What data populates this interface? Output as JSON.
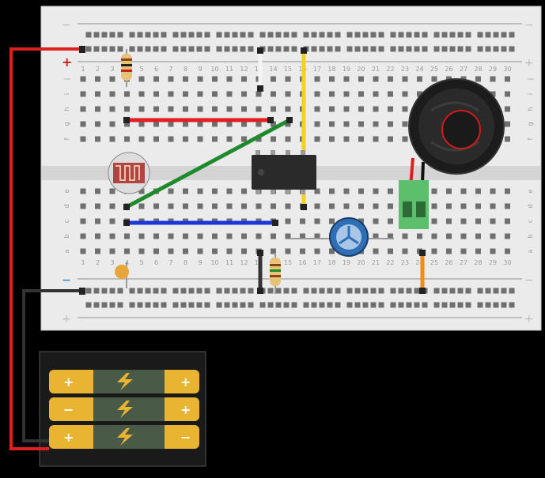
{
  "breadboard": {
    "rail_plus": "+",
    "rail_minus": "−",
    "rail_plus_small": "+",
    "column_numbers": [
      "1",
      "2",
      "3",
      "4",
      "5",
      "6",
      "7",
      "8",
      "9",
      "10",
      "11",
      "12",
      "13",
      "14",
      "15",
      "16",
      "17",
      "18",
      "19",
      "20",
      "21",
      "22",
      "23",
      "24",
      "25",
      "26",
      "27",
      "28",
      "29",
      "30"
    ],
    "top_rows": [
      "j",
      "i",
      "h",
      "g",
      "f"
    ],
    "bottom_rows": [
      "e",
      "d",
      "c",
      "b",
      "a"
    ]
  },
  "battery": {
    "plus_sign": "+",
    "minus_sign": "−"
  },
  "colors": {
    "board": "#ebebeb",
    "hole": "#6f6f6f",
    "red_rail": "#d01c1c",
    "blue_rail": "#2a8cd8",
    "wire_red": "#e0201e",
    "wire_green": "#1f8a2c",
    "wire_blue": "#1c36d8",
    "wire_yellow": "#f3d21a",
    "wire_black": "#333333",
    "battery_gold": "#e8b432",
    "speaker": "#1c1c1c",
    "capacitor": "#2f6fb5",
    "ldr": "#b04444"
  },
  "icons": [
    "resistor-icon",
    "photoresistor-icon",
    "ic-chip-icon",
    "speaker-icon",
    "capacitor-icon",
    "ceramic-capacitor-icon",
    "terminal-block-icon",
    "battery-pack-icon",
    "lightning-icon"
  ]
}
